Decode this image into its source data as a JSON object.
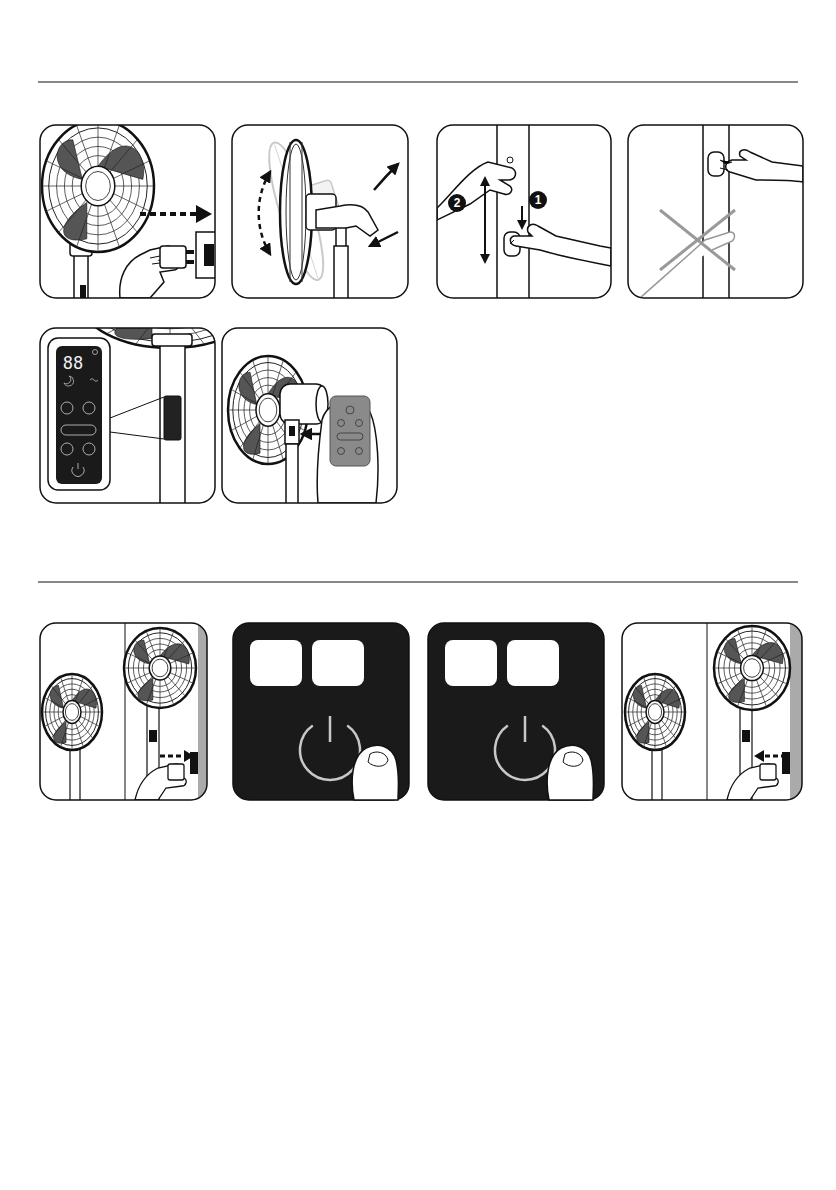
{
  "diagram": {
    "labels": [
      "2",
      "1",
      "88"
    ]
  }
}
